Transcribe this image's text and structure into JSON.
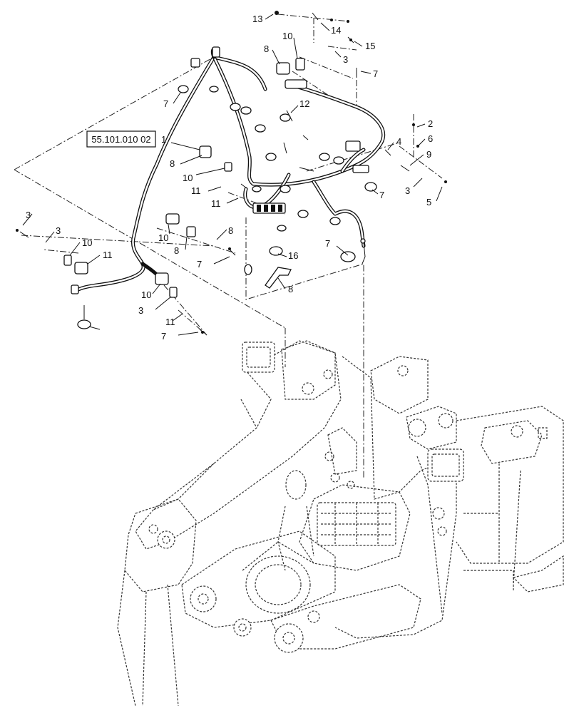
{
  "reference_box": "55.101.010 02",
  "callouts": [
    {
      "id": "c13",
      "text": "13"
    },
    {
      "id": "c14",
      "text": "14"
    },
    {
      "id": "c15",
      "text": "15"
    },
    {
      "id": "c10a",
      "text": "10"
    },
    {
      "id": "c8a",
      "text": "8"
    },
    {
      "id": "c3a",
      "text": "3"
    },
    {
      "id": "c7a",
      "text": "7"
    },
    {
      "id": "c7b",
      "text": "7"
    },
    {
      "id": "c12",
      "text": "12"
    },
    {
      "id": "c2",
      "text": "2"
    },
    {
      "id": "c6",
      "text": "6"
    },
    {
      "id": "c1",
      "text": "1"
    },
    {
      "id": "c4",
      "text": "4"
    },
    {
      "id": "c9",
      "text": "9"
    },
    {
      "id": "c8b",
      "text": "8"
    },
    {
      "id": "c10b",
      "text": "10"
    },
    {
      "id": "c3b",
      "text": "3"
    },
    {
      "id": "c5",
      "text": "5"
    },
    {
      "id": "c7c",
      "text": "7"
    },
    {
      "id": "c11a",
      "text": "11"
    },
    {
      "id": "c11b",
      "text": "11"
    },
    {
      "id": "c3c",
      "text": "3"
    },
    {
      "id": "c3d",
      "text": "3"
    },
    {
      "id": "c8c",
      "text": "8"
    },
    {
      "id": "c10c",
      "text": "10"
    },
    {
      "id": "c8d",
      "text": "8"
    },
    {
      "id": "c10d",
      "text": "10"
    },
    {
      "id": "c11c",
      "text": "11"
    },
    {
      "id": "c7d",
      "text": "7"
    },
    {
      "id": "c7e",
      "text": "7"
    },
    {
      "id": "c16",
      "text": "16"
    },
    {
      "id": "c8e",
      "text": "8"
    },
    {
      "id": "c10e",
      "text": "10"
    },
    {
      "id": "c3e",
      "text": "3"
    },
    {
      "id": "c11d",
      "text": "11"
    },
    {
      "id": "c7f",
      "text": "7"
    }
  ]
}
